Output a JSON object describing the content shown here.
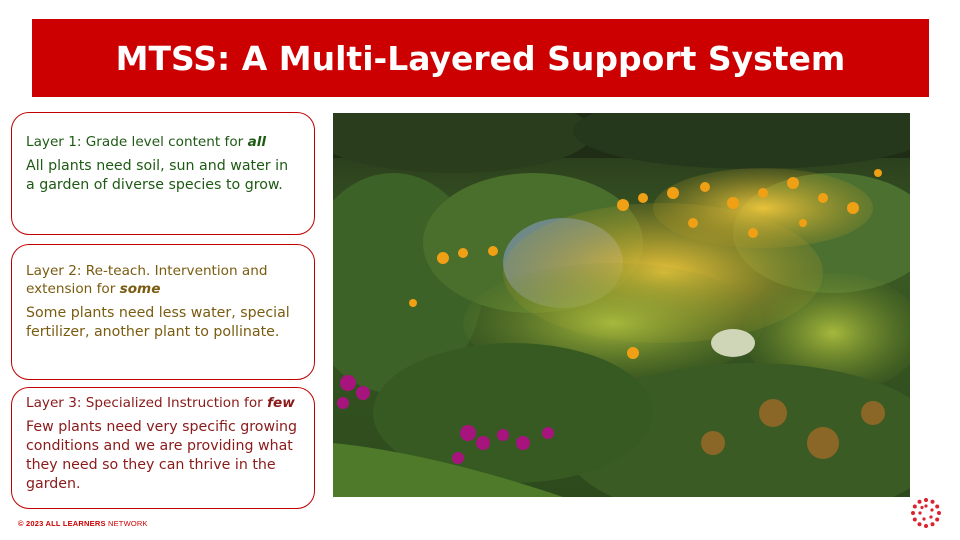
{
  "title": "MTSS: A Multi-Layered Support System",
  "cards": [
    {
      "head_prefix": "Layer 1: Grade level content for ",
      "head_emphasis": "all",
      "body": "All plants  need soil, sun and water in a garden of diverse species to grow.",
      "color": "#1e5a14"
    },
    {
      "head_prefix": "Layer 2: Re-teach. Intervention and extension for ",
      "head_emphasis": "some",
      "body": "Some plants need less water, special fertilizer, another plant to pollinate.",
      "color": "#7a5c10"
    },
    {
      "head_prefix": "Layer 3: Specialized Instruction for ",
      "head_emphasis": "few",
      "body": "Few plants need very specific growing conditions  and we are providing what they need so they can thrive in the garden.",
      "color": "#8a1a1a"
    }
  ],
  "footer": {
    "copyright": "© 2023 ALL LEARNERS",
    "network": " NETWORK"
  },
  "colors": {
    "brand": "#cc0000"
  }
}
